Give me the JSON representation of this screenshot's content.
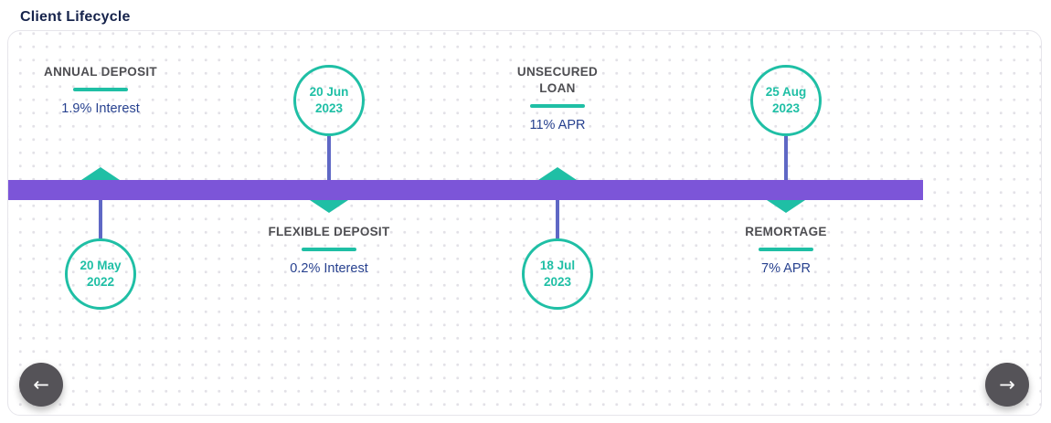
{
  "page": {
    "title": "Client Lifecycle"
  },
  "colors": {
    "accent_teal": "#1FBFA5",
    "timeline_purple": "#7C55D8",
    "connector_indigo": "#5F68C5",
    "value_navy": "#27418F",
    "label_gray": "#4E4E52",
    "title_navy": "#16234B"
  },
  "timeline": {
    "events": [
      {
        "date": "20 May 2022",
        "label": "ANNUAL DEPOSIT",
        "value": "1.9% Interest"
      },
      {
        "date": "20 Jun 2023",
        "label": "FLEXIBLE DEPOSIT",
        "value": "0.2% Interest"
      },
      {
        "date": "18 Jul 2023",
        "label": "UNSECURED LOAN",
        "value": "11% APR"
      },
      {
        "date": "25 Aug 2023",
        "label": "REMORTAGE",
        "value": "7% APR"
      }
    ]
  },
  "nav": {
    "prev_label": "←",
    "next_label": "→"
  }
}
